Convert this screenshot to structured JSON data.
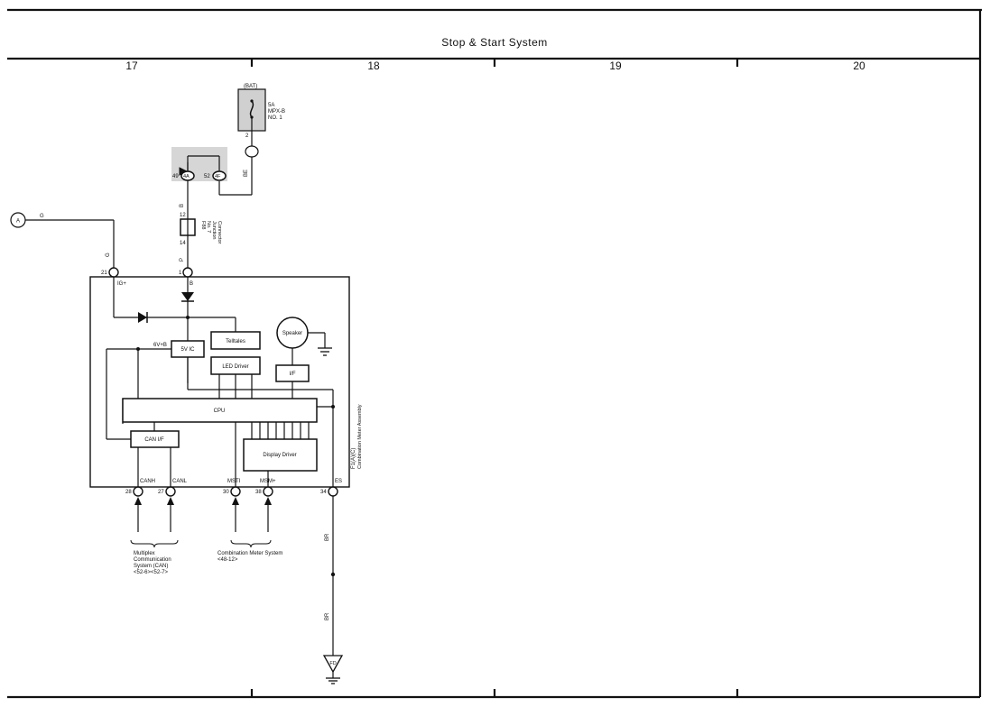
{
  "title": "Stop & Start System",
  "columns": [
    "17",
    "18",
    "19",
    "20"
  ],
  "connector_A": "A",
  "wire_colors": {
    "g_top": "G",
    "g_vert": "G",
    "b_upper": "B",
    "p": "P",
    "be": "BE",
    "br_upper": "BR",
    "br_lower": "BR"
  },
  "fuse": {
    "source": "(BAT)",
    "rating": "5A",
    "name1": "MPX-B",
    "name2": "NO. 1",
    "pin": "2"
  },
  "junction_block": {
    "pin_left_num": "49",
    "pin_left_code": "4A",
    "pin_right_num": "52",
    "pin_right_code": "4F"
  },
  "junction_connector": {
    "pin_top": "12",
    "pin_bottom": "14",
    "label1": "F88",
    "label2": "No. 7",
    "label3": "Junction",
    "label4": "Connector"
  },
  "meter": {
    "name": "F1(A)(C)",
    "label": "Combination Meter Assembly",
    "pin_ig_num": "21",
    "pin_ig_name": "IG+",
    "pin_b_num": "1",
    "pin_b_name": "B",
    "v6b": "6V+B",
    "ic": "5V IC",
    "telltales": "Telltales",
    "led": "LED Driver",
    "speaker": "Speaker",
    "if": "I/F",
    "cpu": "CPU",
    "can": "CAN I/F",
    "display": "Display Driver",
    "pins_bottom": [
      {
        "num": "28",
        "name": "CANH"
      },
      {
        "num": "27",
        "name": "CANL"
      },
      {
        "num": "30",
        "name": "MSTI"
      },
      {
        "num": "38",
        "name": "MSM+"
      },
      {
        "num": "34",
        "name": "ES"
      }
    ]
  },
  "ref_can": {
    "l1": "Multiplex",
    "l2": "Communication",
    "l3": "System (CAN)",
    "l4": "<52-6><52-7>"
  },
  "ref_meter": {
    "l1": "Combination Meter System",
    "l2": "<48-12>"
  },
  "ground": "FD"
}
